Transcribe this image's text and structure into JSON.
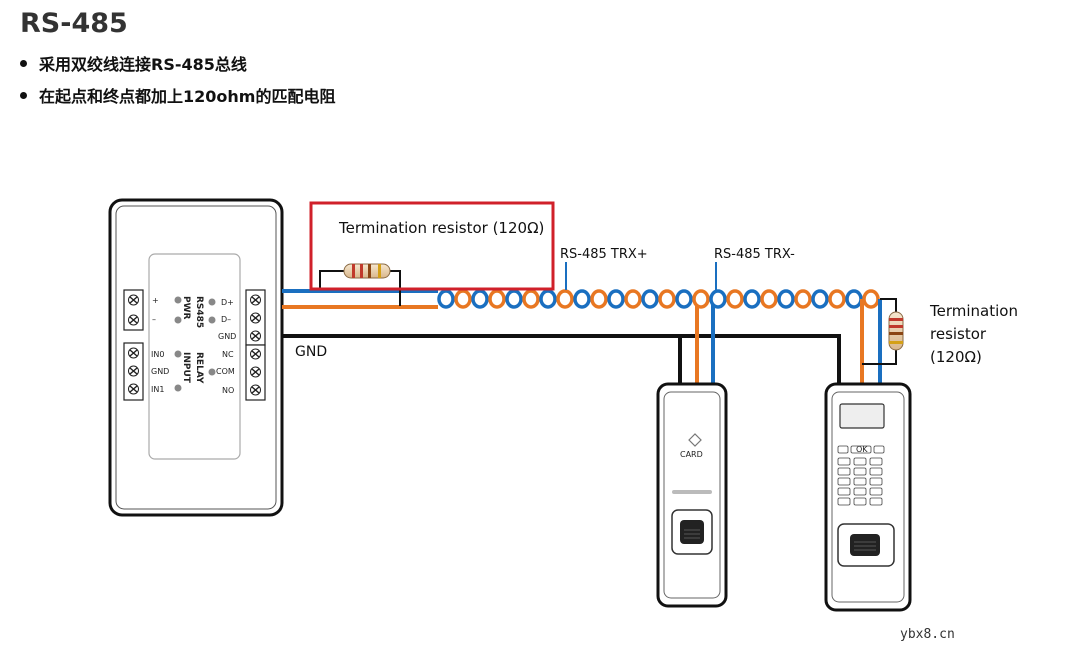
{
  "header": {
    "title": "RS-485",
    "bullets": [
      "采用双绞线连接RS-485总线",
      "在起点和终点都加上120ohm的匹配电阻"
    ]
  },
  "diagram": {
    "term_resistor_left": "Termination  resistor  (120Ω)",
    "trx_plus": "RS-485  TRX+",
    "trx_minus": "RS-485  TRX-",
    "gnd": "GND",
    "term_resistor_right": [
      "Termination",
      "resistor",
      "(120Ω)"
    ],
    "controller": {
      "left_top_labels": [
        "+",
        "–"
      ],
      "pwr": "PWR",
      "rs485": "RS485",
      "right_top_labels": [
        "D+",
        "D–",
        "GND"
      ],
      "left_bottom_labels": [
        "IN0",
        "GND",
        "IN1"
      ],
      "input": "INPUT",
      "relay": "RELAY",
      "right_bottom_labels": [
        "NC",
        "COM",
        "NO"
      ]
    },
    "reader_card_text": "CARD",
    "keypad_ok": "OK",
    "colors": {
      "wire_blue": "#1a6fc0",
      "wire_orange": "#e87722",
      "highlight_red": "#d0202a",
      "wire_black": "#111111"
    }
  },
  "watermark": "ybx8.cn"
}
